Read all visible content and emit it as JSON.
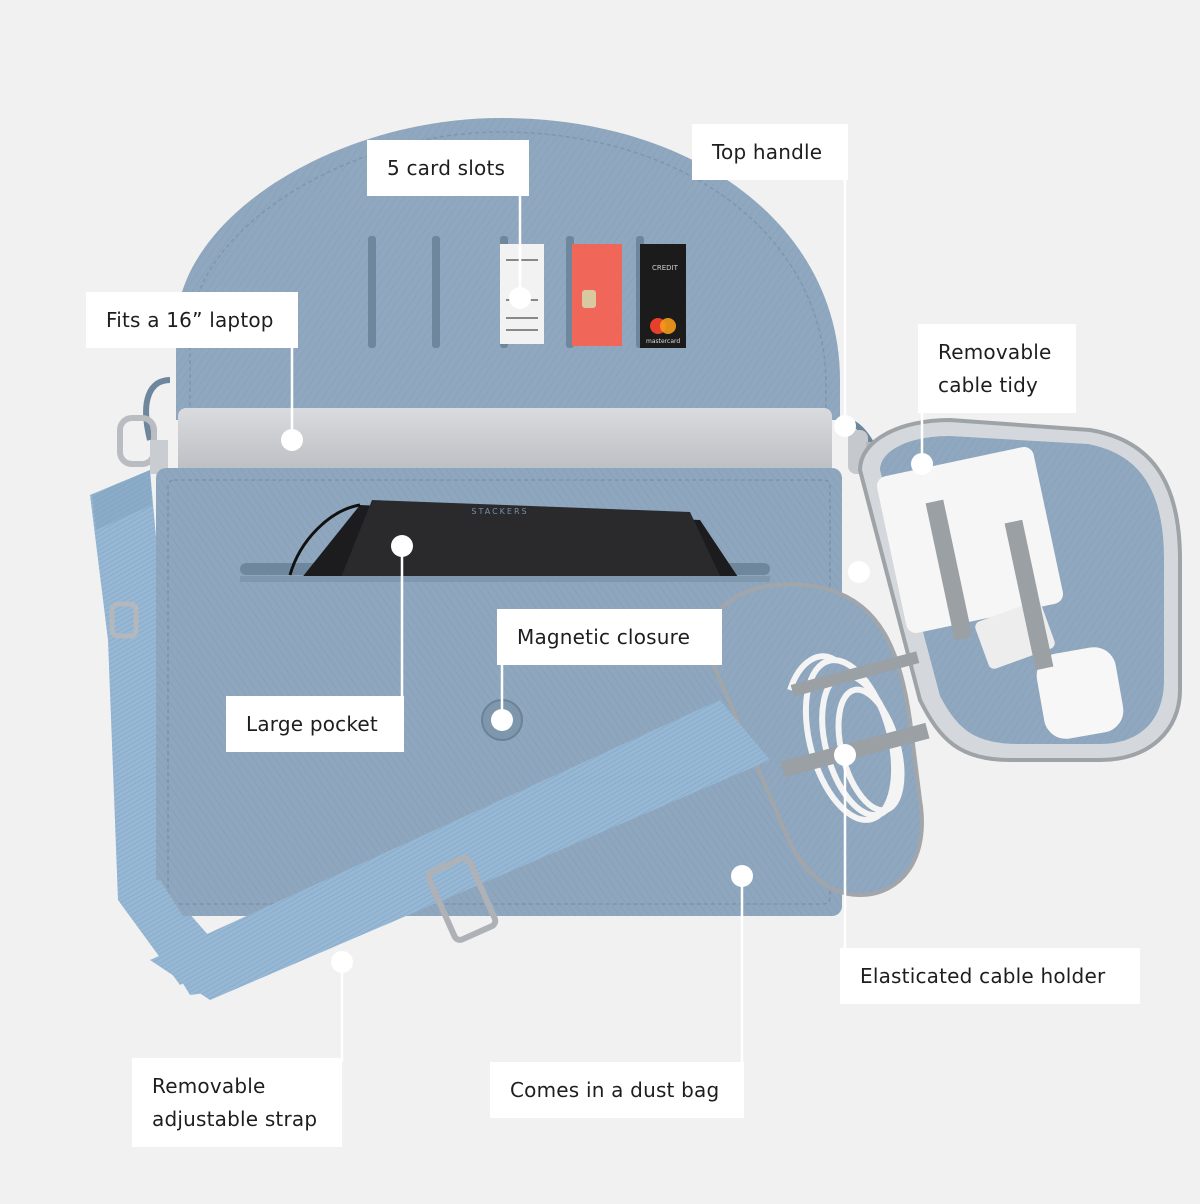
{
  "product": {
    "brand_imprint": "STACKERS",
    "card_text": {
      "credit": "CREDIT",
      "network": "mastercard"
    },
    "colors": {
      "background": "#f1f1f1",
      "bag": "#8fa8bf",
      "bag_dark": "#6f879d",
      "strap": "#97b8d5",
      "laptop": "#c9cbcf",
      "card_coral": "#f0675a",
      "card_black": "#1b1b1b",
      "cable": "#f4f4f4",
      "label_bg": "#ffffff",
      "label_text": "#1e1e1e"
    }
  },
  "callouts": {
    "card_slots": "5 card slots",
    "top_handle": "Top handle",
    "laptop": "Fits a 16” laptop",
    "cable_tidy_line1": "Removable",
    "cable_tidy_line2": "cable tidy",
    "magnetic_closure": "Magnetic closure",
    "large_pocket": "Large pocket",
    "cable_holder": "Elasticated cable holder",
    "strap_line1": "Removable",
    "strap_line2": "adjustable strap",
    "dust_bag": "Comes in a dust bag"
  }
}
